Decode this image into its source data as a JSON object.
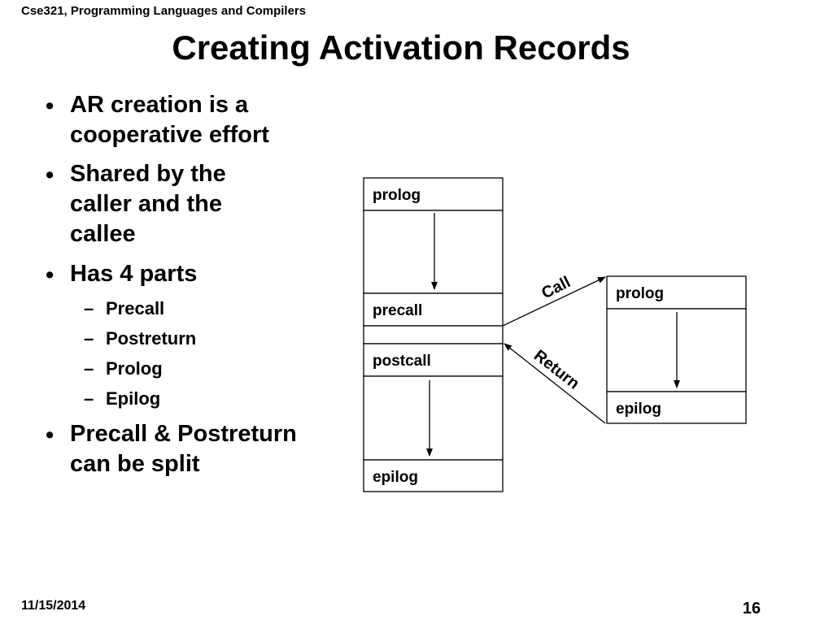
{
  "header": {
    "course": "Cse321, Programming Languages and Compilers"
  },
  "title": "Creating Activation Records",
  "bullets": [
    {
      "text": "AR creation is a cooperative effort"
    },
    {
      "text": "Shared by the caller and the callee"
    },
    {
      "text": "Has 4 parts"
    },
    {
      "text": "Precall & Postreturn can be split"
    }
  ],
  "sub_bullets": [
    {
      "text": "Precall"
    },
    {
      "text": "Postreturn"
    },
    {
      "text": "Prolog"
    },
    {
      "text": "Epilog"
    }
  ],
  "diagram": {
    "caller": {
      "prolog": "prolog",
      "precall": "precall",
      "postcall": "postcall",
      "epilog": "epilog"
    },
    "callee": {
      "prolog": "prolog",
      "epilog": "epilog"
    },
    "edges": {
      "call": "Call",
      "return": "Return"
    }
  },
  "footer": {
    "date": "11/15/2014",
    "page": "16"
  }
}
